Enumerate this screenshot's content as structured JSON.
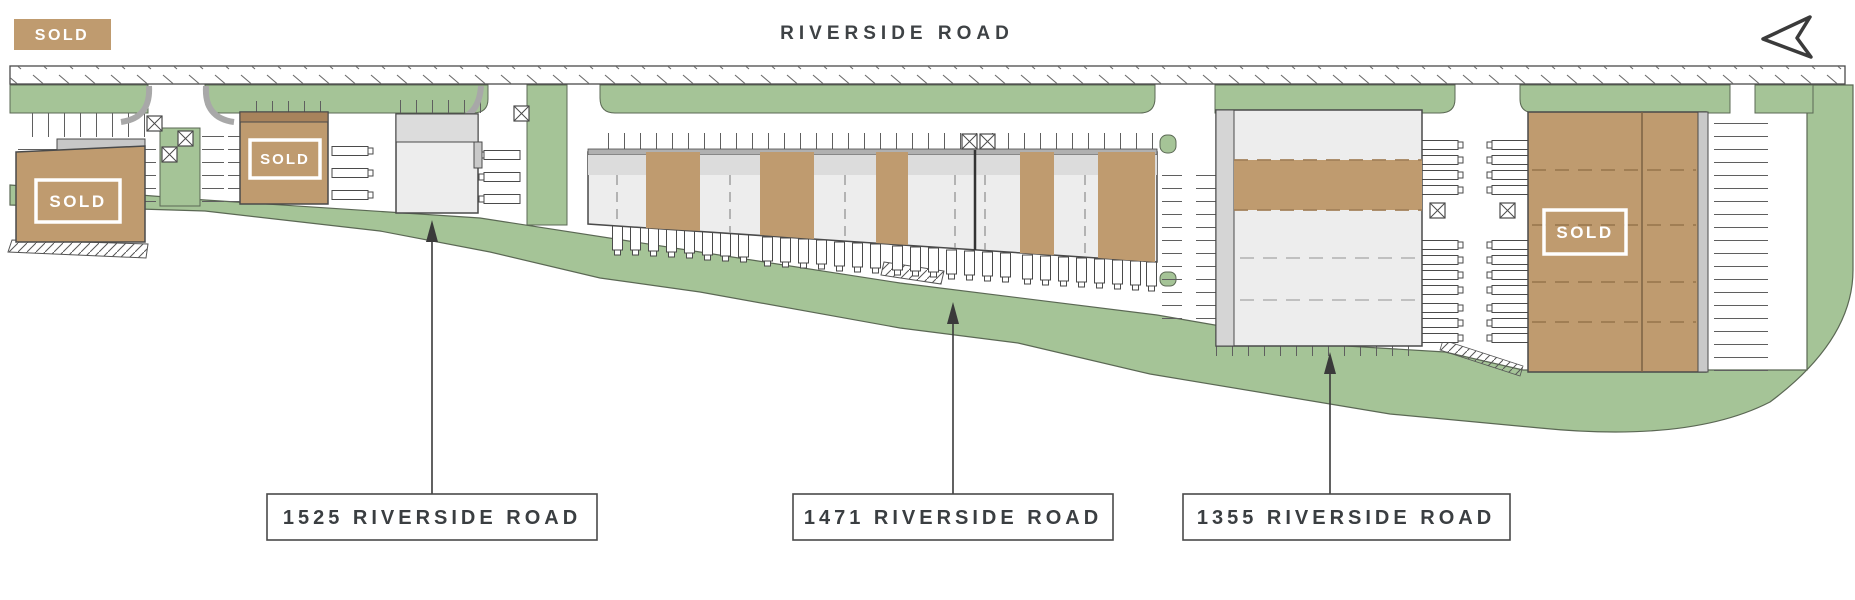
{
  "legend": {
    "sold_label": "SOLD"
  },
  "road_name": "RIVERSIDE ROAD",
  "compass_icon": "north-arrow",
  "callouts": [
    {
      "label": "1525 RIVERSIDE ROAD"
    },
    {
      "label": "1471 RIVERSIDE ROAD"
    },
    {
      "label": "1355 RIVERSIDE ROAD"
    }
  ],
  "sold_markers": [
    {
      "label": "SOLD",
      "location": "far-left-building"
    },
    {
      "label": "SOLD",
      "location": "building-front-1525"
    },
    {
      "label": "SOLD",
      "location": "far-right-building"
    }
  ],
  "colors": {
    "sold_tan": "#BF9B6F",
    "landscape_green": "#A5C497",
    "building_gray": "#EDEDED",
    "band_gray": "#DCDCDC",
    "outline_dark": "#4A4A4A",
    "label_text": "#3A3E41"
  }
}
